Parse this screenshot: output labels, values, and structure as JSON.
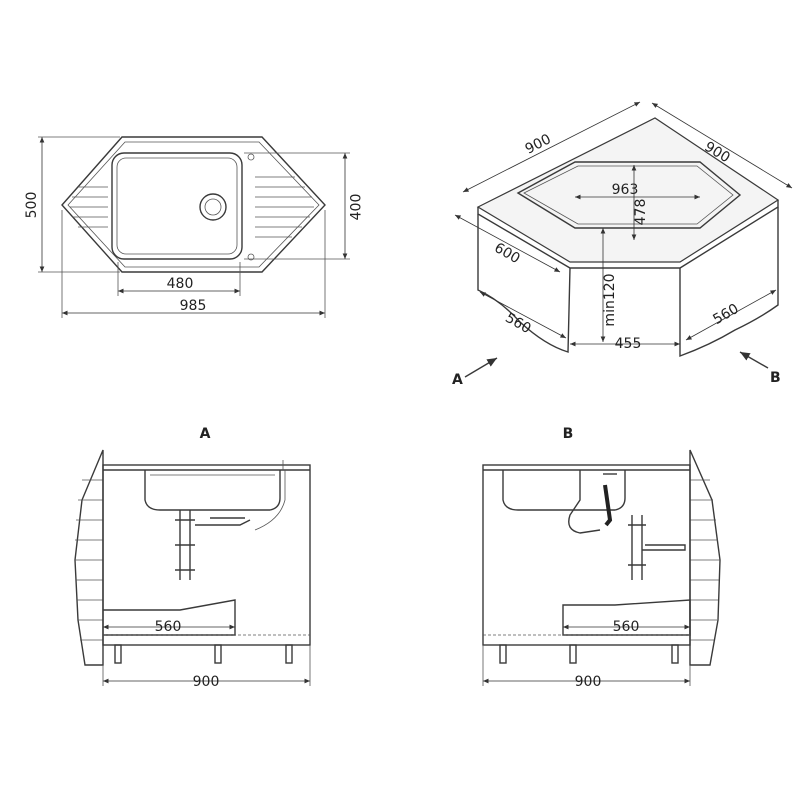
{
  "top_view": {
    "height": "500",
    "bowl_depth": "400",
    "bowl_width": "480",
    "overall_width": "985"
  },
  "iso_view": {
    "side_left": "900",
    "side_right": "900",
    "cutout_width": "963",
    "cutout_depth": "478",
    "depth": "600",
    "panel_left": "560",
    "min_gap": "min120",
    "opening": "455",
    "panel_right": "560",
    "arrow_a": "A",
    "arrow_b": "B"
  },
  "view_a": {
    "title": "A",
    "inner": "560",
    "overall": "900"
  },
  "view_b": {
    "title": "B",
    "inner": "560",
    "overall": "900"
  }
}
